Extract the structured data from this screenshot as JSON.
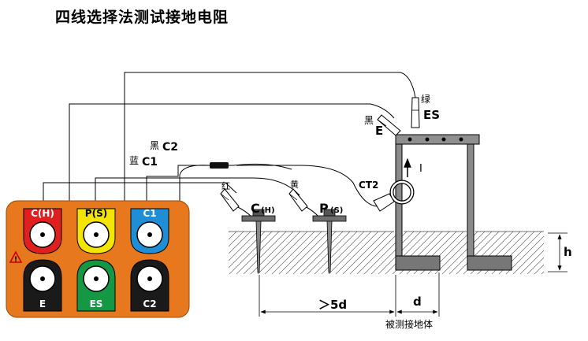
{
  "title": "四线选择法测试接地电阻",
  "colors": {
    "panel": "#E8781E",
    "red": "#E01F1F",
    "yellow": "#F4E500",
    "blue": "#1E8FD6",
    "green": "#159843",
    "black": "#1A1A1A",
    "frame_top": "#8F8F8F",
    "electrode": "#6E6E6E"
  },
  "terminals": {
    "ch": "C(H)",
    "ps": "P(S)",
    "c1": "C1",
    "e": "E",
    "es": "ES",
    "c2": "C2"
  },
  "wires": {
    "blue": "蓝",
    "c1": "C1",
    "black": "黑",
    "c2": "C2",
    "red": "红",
    "yellow": "黄",
    "black_e": "黑",
    "e": "E",
    "green": "绿",
    "es": "ES"
  },
  "electrodes": {
    "ch_main": "C",
    "ch_sub": "(H)",
    "ps_main": "P",
    "ps_sub": "(S)"
  },
  "clamp": {
    "name": "CT2",
    "current": "I"
  },
  "dims": {
    "distance": "＞5d",
    "d": "d",
    "h": "h"
  },
  "object_label": "被测接地体",
  "icons": [
    "warning-icon",
    "arrow-up-icon"
  ]
}
